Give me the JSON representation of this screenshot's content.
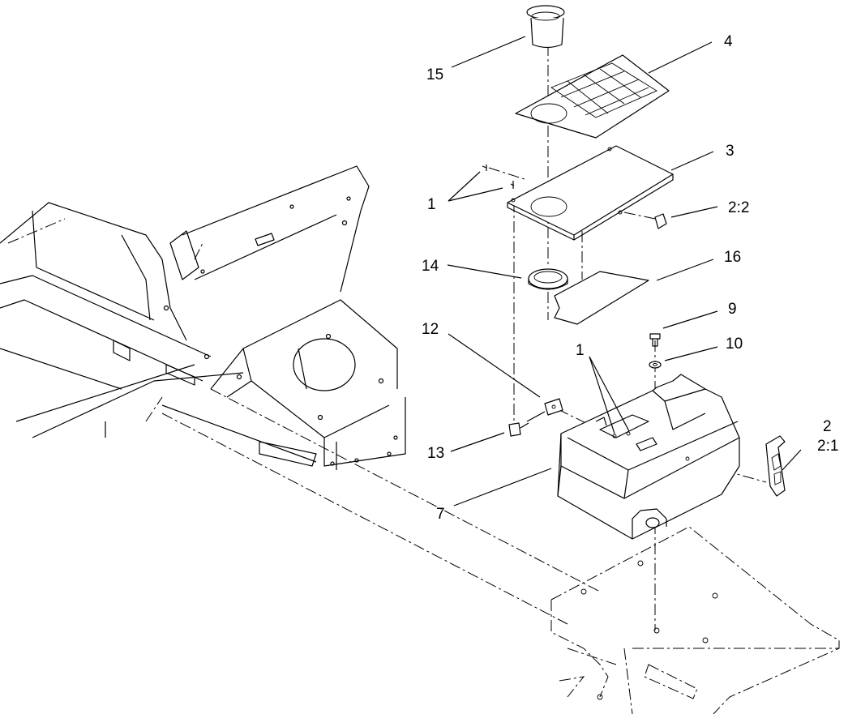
{
  "callouts": {
    "c15": "15",
    "c4": "4",
    "c3": "3",
    "c1_top": "1",
    "c2_2": "2:2",
    "c14": "14",
    "c16": "16",
    "c9": "9",
    "c12": "12",
    "c10": "10",
    "c1_mid": "1",
    "c13": "13",
    "c2": "2",
    "c2_1": "2:1",
    "c7": "7"
  }
}
